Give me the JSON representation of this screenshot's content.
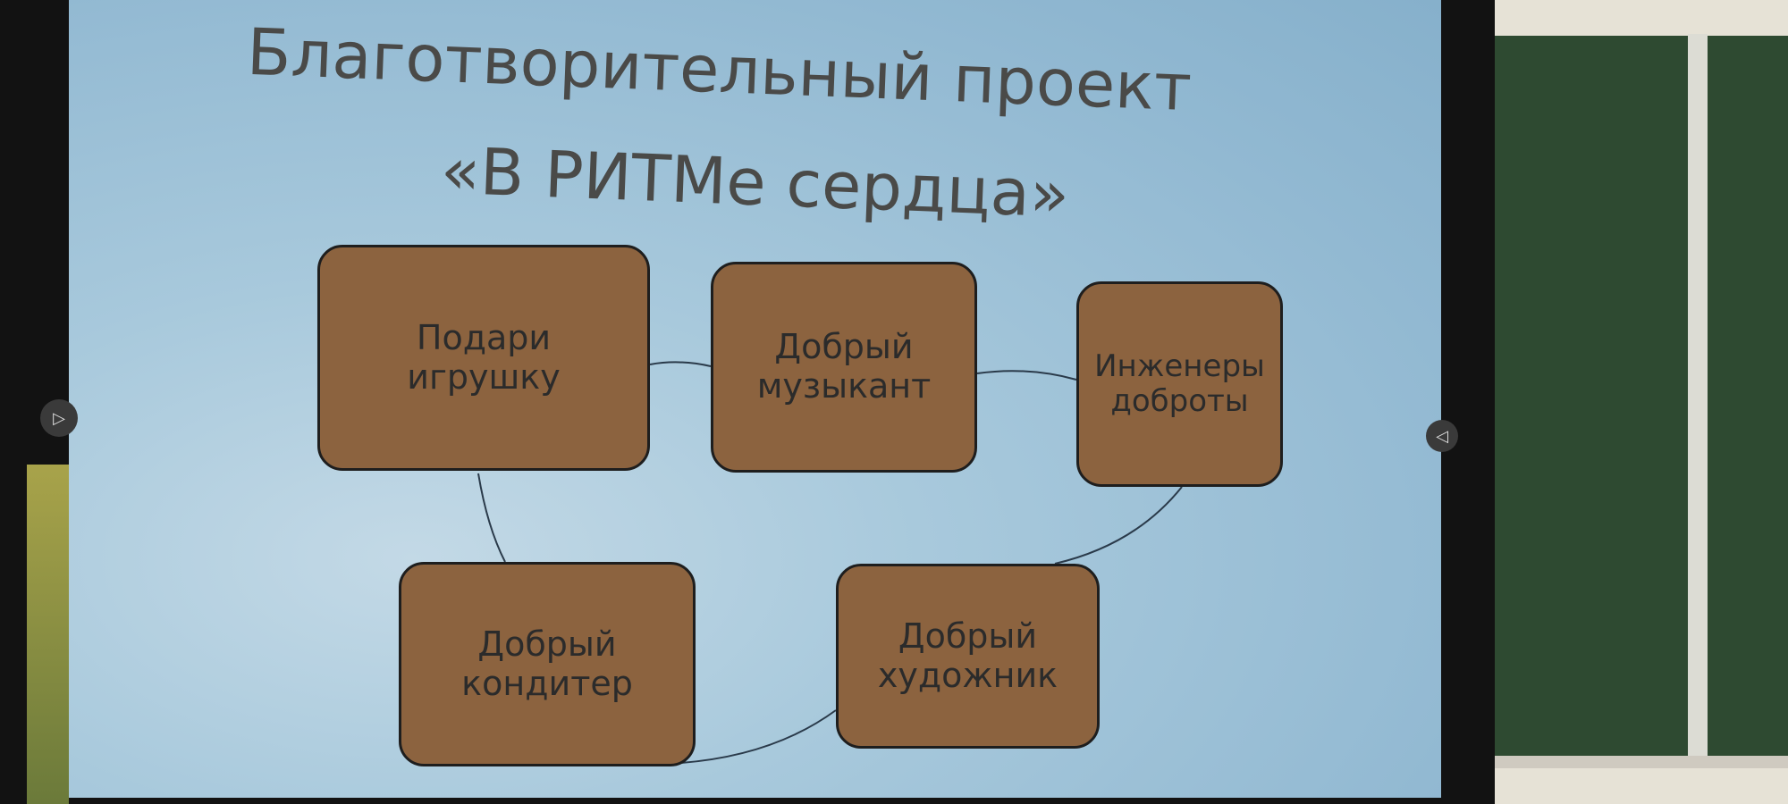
{
  "slide": {
    "title_line1": "Благотворительный проект",
    "title_line2": "«В РИТМе сердца»",
    "boxes": [
      {
        "line1": "Подари",
        "line2": "игрушку"
      },
      {
        "line1": "Добрый",
        "line2": "музыкант"
      },
      {
        "line1": "Инженеры",
        "line2": "доброты"
      },
      {
        "line1": "Добрый",
        "line2": "кондитер"
      },
      {
        "line1": "Добрый",
        "line2": "художник"
      }
    ]
  },
  "nav": {
    "prev_icon": "triangle-right-icon",
    "next_icon": "triangle-left-icon"
  },
  "colors": {
    "box": "#8c633f",
    "slide_bg": "#a8c9dc",
    "board": "#2e4a31"
  }
}
